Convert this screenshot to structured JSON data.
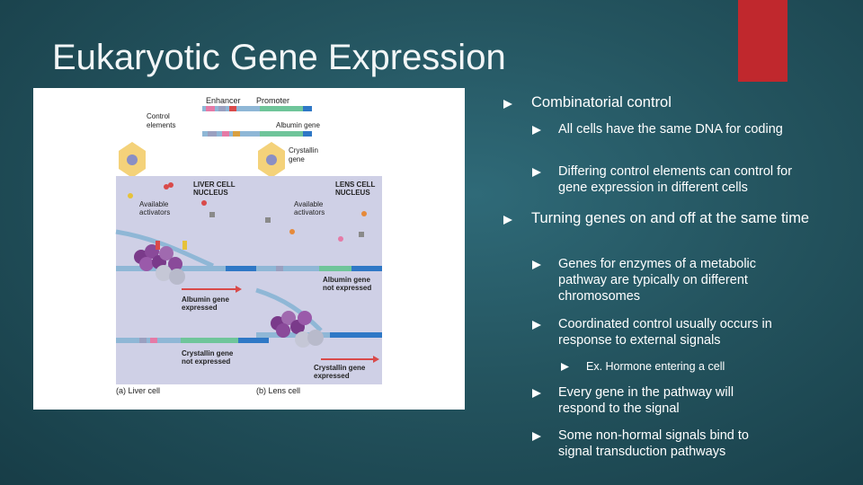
{
  "slide": {
    "title": "Eukaryotic Gene Expression",
    "accent_color": "#c0282d"
  },
  "figure": {
    "labels": {
      "enhancer": "Enhancer",
      "promoter": "Promoter",
      "control_elements": [
        "Control",
        "elements"
      ],
      "albumin_gene": "Albumin gene",
      "crystallin_gene": [
        "Crystallin",
        "gene"
      ],
      "liver_nucleus": [
        "LIVER CELL",
        "NUCLEUS"
      ],
      "lens_nucleus": [
        "LENS CELL",
        "NUCLEUS"
      ],
      "available_activators_left": [
        "Available",
        "activators"
      ],
      "available_activators_right": [
        "Available",
        "activators"
      ],
      "albumin_expressed": [
        "Albumin gene",
        "expressed"
      ],
      "albumin_not_expressed": [
        "Albumin gene",
        "not expressed"
      ],
      "crystallin_not_expressed": [
        "Crystallin gene",
        "not expressed"
      ],
      "crystallin_expressed": [
        "Crystallin gene",
        "expressed"
      ],
      "caption_a": "(a) Liver cell",
      "caption_b": "(b) Lens cell"
    }
  },
  "bullets": [
    {
      "level": 1,
      "text": "Combinatorial control"
    },
    {
      "level": 2,
      "text": "All cells have the same DNA for coding"
    },
    {
      "level": 2,
      "text": "Differing control elements can control for gene expression in different cells"
    },
    {
      "level": 1,
      "text": "Turning genes on and off at the same time"
    },
    {
      "level": 2,
      "text": "Genes for enzymes of a metabolic pathway are typically on different chromosomes"
    },
    {
      "level": 2,
      "text": "Coordinated control usually occurs in response to external signals"
    },
    {
      "level": 3,
      "text": "Ex. Hormone entering a cell"
    },
    {
      "level": 2,
      "text": "Every gene in the pathway will respond to the signal"
    },
    {
      "level": 2,
      "text": "Some non-hormal signals bind to signal transduction pathways"
    }
  ]
}
